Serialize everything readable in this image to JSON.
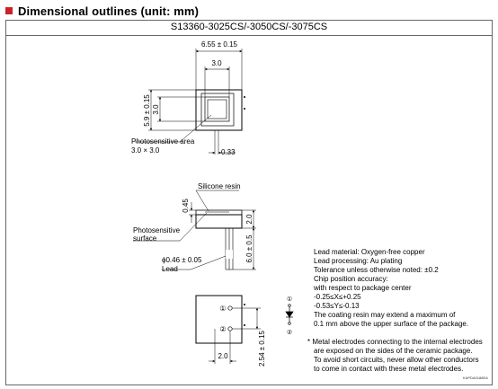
{
  "header": {
    "title": "Dimensional outlines (unit: mm)"
  },
  "model_label": "S13360-3025CS/-3050CS/-3075CS",
  "top_view": {
    "width_dim": "6.55 ± 0.15",
    "inner_width_dim": "3.0",
    "height_dim": "5.9 ± 0.15",
    "inner_height_dim": "3.0",
    "photosensitive_area_label": "Photosensitive area",
    "photosensitive_area_size": "3.0 × 3.0",
    "lead_pitch_dim": "0.33"
  },
  "side_view": {
    "silicone_resin_label": "Silicone resin",
    "resin_thickness_dim": "0.45",
    "package_thickness_dim": "2.0",
    "photosensitive_label_line1": "Photosensitive",
    "photosensitive_label_line2": "surface",
    "lead_length_dim": "6.0 ± 0.5",
    "lead_diameter_dim": "ϕ0.46 ± 0.05",
    "lead_label": "Lead"
  },
  "bottom_view": {
    "pin1": "①",
    "pin2": "②",
    "pitch_dim": "2.0",
    "spacing_dim": "2.54 ± 0.15"
  },
  "schematic": {
    "pin1": "①",
    "pin2": "②"
  },
  "notes": [
    "Lead material: Oxygen-free copper",
    "Lead processing: Au plating",
    "Tolerance unless otherwise noted: ±0.2",
    "Chip position accuracy:",
    "with respect to package center",
    "-0.25≤X≤+0.25",
    "-0.53≤Y≤-0.13",
    "The coating resin may extend a maximum of",
    "0.1 mm above the upper surface of the package."
  ],
  "notes_star": [
    "* Metal electrodes connecting to the internal electrodes",
    "are exposed on the sides of the ceramic package.",
    "To avoid short circuits, never allow other conductors",
    "to come in contact with these metal electrodes."
  ],
  "drawing_code": "KAPDA0188EA",
  "colors": {
    "header_mark": "#cc2027"
  }
}
